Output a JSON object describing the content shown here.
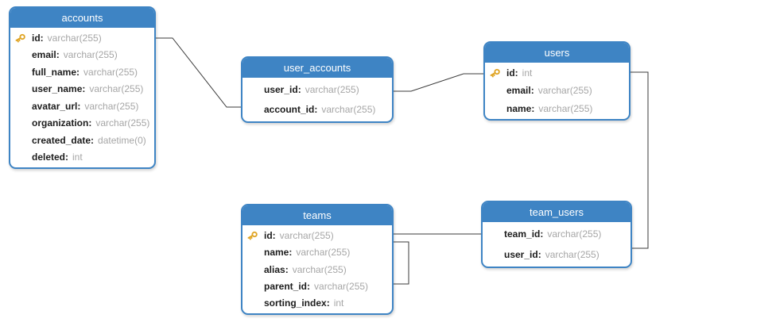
{
  "meta": {
    "separator": ":"
  },
  "diagram": {
    "tables": [
      {
        "name": "accounts",
        "fields": [
          {
            "name": "id",
            "type": "varchar(255)",
            "key": true
          },
          {
            "name": "email",
            "type": "varchar(255)",
            "key": false
          },
          {
            "name": "full_name",
            "type": "varchar(255)",
            "key": false
          },
          {
            "name": "user_name",
            "type": "varchar(255)",
            "key": false
          },
          {
            "name": "avatar_url",
            "type": "varchar(255)",
            "key": false
          },
          {
            "name": "organization",
            "type": "varchar(255)",
            "key": false
          },
          {
            "name": "created_date",
            "type": "datetime(0)",
            "key": false
          },
          {
            "name": "deleted",
            "type": "int",
            "key": false
          }
        ]
      },
      {
        "name": "user_accounts",
        "fields": [
          {
            "name": "user_id",
            "type": "varchar(255)",
            "key": false
          },
          {
            "name": "account_id",
            "type": "varchar(255)",
            "key": false
          }
        ]
      },
      {
        "name": "users",
        "fields": [
          {
            "name": "id",
            "type": "int",
            "key": true
          },
          {
            "name": "email",
            "type": "varchar(255)",
            "key": false
          },
          {
            "name": "name",
            "type": "varchar(255)",
            "key": false
          }
        ]
      },
      {
        "name": "teams",
        "fields": [
          {
            "name": "id",
            "type": "varchar(255)",
            "key": true
          },
          {
            "name": "name",
            "type": "varchar(255)",
            "key": false
          },
          {
            "name": "alias",
            "type": "varchar(255)",
            "key": false
          },
          {
            "name": "parent_id",
            "type": "varchar(255)",
            "key": false
          },
          {
            "name": "sorting_index",
            "type": "int",
            "key": false
          }
        ]
      },
      {
        "name": "team_users",
        "fields": [
          {
            "name": "team_id",
            "type": "varchar(255)",
            "key": false
          },
          {
            "name": "user_id",
            "type": "varchar(255)",
            "key": false
          }
        ]
      }
    ],
    "relationships": [
      {
        "from": "accounts.id",
        "to": "user_accounts.account_id"
      },
      {
        "from": "users.id",
        "to": "user_accounts.user_id"
      },
      {
        "from": "teams.id",
        "to": "team_users.team_id"
      },
      {
        "from": "users.id",
        "to": "team_users.user_id"
      },
      {
        "from": "teams.id",
        "to": "teams.parent_id"
      }
    ],
    "colors": {
      "header": "#3e84c4",
      "border": "#3e84c4",
      "field_name": "#1c1c1c",
      "field_type": "#a6a6a6",
      "connector": "#3b3b3b",
      "key_icon": "#e0a526"
    }
  }
}
